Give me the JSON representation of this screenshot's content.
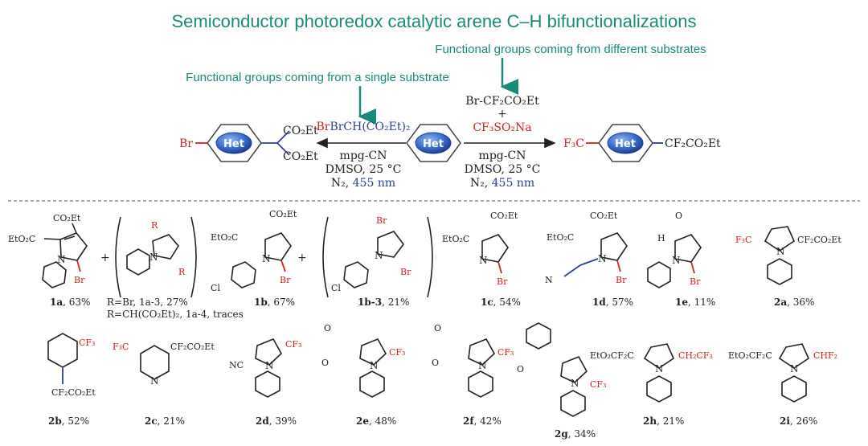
{
  "title": "Semiconductor photoredox catalytic arene C–H bifunctionalizations",
  "notes": {
    "different_substrates": "Functional groups coming from different substrates",
    "single_substrate": "Functional groups coming from a single substrate"
  },
  "scheme": {
    "center": "Het",
    "left_reagent": "BrCH(CO₂Et)₂",
    "left_product_group1": "CO₂Et",
    "left_product_group2": "CO₂Et",
    "left_halide": "Br",
    "right_reagent1": "Br-CF₂CO₂Et",
    "right_plus": "+",
    "right_reagent2": "CF₃SO₂Na",
    "right_group_left": "F₃C",
    "right_group_right": "CF₂CO₂Et",
    "cond_catalyst": "mpg-CN",
    "cond_solvent": "DMSO, 25 °C",
    "cond_atm": "N₂,",
    "cond_light": "455 nm"
  },
  "compounds_row1": [
    {
      "label": "1a",
      "yield": ", 63%"
    },
    {
      "label": "R=Br, 1a-3, 27%",
      "yield": ""
    },
    {
      "label": "R=CH(CO₂Et)₂, 1a-4, traces",
      "yield": ""
    },
    {
      "label": "1b",
      "yield": ", 67%"
    },
    {
      "label": "1b-3",
      "yield": ", 21%"
    },
    {
      "label": "1c",
      "yield": ", 54%"
    },
    {
      "label": "1d",
      "yield": ", 57%"
    },
    {
      "label": "1e",
      "yield": ", 11%"
    },
    {
      "label": "2a",
      "yield": ", 36%"
    }
  ],
  "compounds_row2": [
    {
      "label": "2b",
      "yield": ", 52%"
    },
    {
      "label": "2c",
      "yield": ", 21%"
    },
    {
      "label": "2d",
      "yield": ", 39%"
    },
    {
      "label": "2e",
      "yield": ", 48%"
    },
    {
      "label": "2f",
      "yield": ", 42%"
    },
    {
      "label": "2g",
      "yield": ", 34%"
    },
    {
      "label": "2h",
      "yield": ", 21%"
    },
    {
      "label": "2i",
      "yield": ", 26%"
    }
  ],
  "atom_text": {
    "CO2Et": "CO₂Et",
    "EtO2C": "EtO₂C",
    "N": "N",
    "Br": "Br",
    "Cl": "Cl",
    "R": "R",
    "O": "O",
    "H": "H",
    "NC": "NC",
    "CF3": "CF₃",
    "F3C": "F₃C",
    "CF2CO2Et": "CF₂CO₂Et",
    "EtO2CF2C": "EtO₂CF₂C",
    "CH2CF3": "CH₂CF₃",
    "CHF2": "CHF₂",
    "plus": "+"
  }
}
